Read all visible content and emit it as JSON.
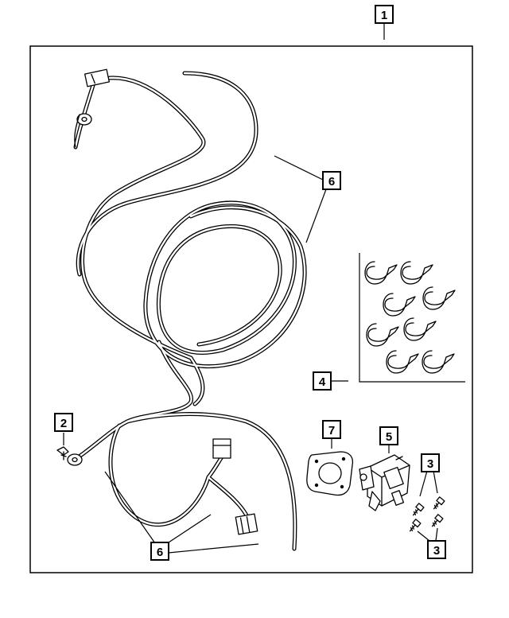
{
  "callouts": {
    "c1": "1",
    "c2": "2",
    "c3_upper": "3",
    "c3_lower": "3",
    "c4": "4",
    "c5": "5",
    "c6_upper": "6",
    "c6_lower": "6",
    "c7": "7"
  }
}
